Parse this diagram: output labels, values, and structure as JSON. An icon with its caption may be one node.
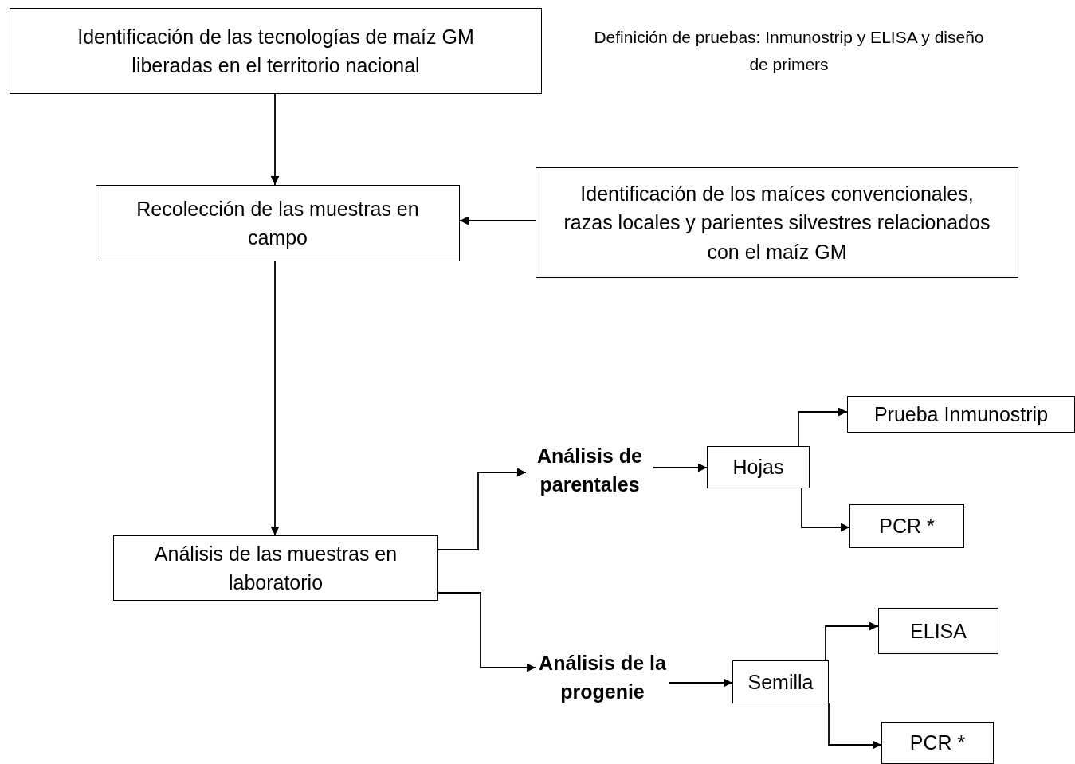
{
  "diagram": {
    "nodes": [
      {
        "text": [
          "Identificación de las tecnologías de maíz GM liberadas en el territorio nacional"
        ]
      },
      {
        "text": [
          "Recolección de las muestras en campo"
        ]
      },
      {
        "text": [
          "Identificación de los maíces convencionales, razas locales y parientes silvestres relacionados con el maíz GM"
        ]
      },
      {
        "text": [
          "Análisis de las muestras en laboratorio"
        ]
      },
      {
        "text": [
          "Análisis de parentales"
        ]
      },
      {
        "text": [
          "Hojas"
        ]
      },
      {
        "text": [
          "Prueba Inmunostrip"
        ]
      },
      {
        "text": [
          "PCR *"
        ]
      },
      {
        "text": [
          "Análisis de la progenie"
        ]
      },
      {
        "text": [
          "Semilla"
        ]
      },
      {
        "text": [
          "ELISA"
        ]
      },
      {
        "text": [
          "PCR *"
        ]
      }
    ],
    "edges": [
      {
        "from": 0,
        "to": 1,
        "arrow": "to"
      },
      {
        "from": 2,
        "to": 1,
        "arrow": "to"
      },
      {
        "from": 1,
        "to": 3,
        "arrow": "to"
      },
      {
        "from": 3,
        "to": 4,
        "arrow": "to"
      },
      {
        "from": 4,
        "to": 5,
        "arrow": "to"
      },
      {
        "from": 5,
        "to": 6,
        "arrow": "to"
      },
      {
        "from": 5,
        "to": 7,
        "arrow": "to"
      },
      {
        "from": 3,
        "to": 8,
        "arrow": "to"
      },
      {
        "from": 8,
        "to": 9,
        "arrow": "to"
      },
      {
        "from": 9,
        "to": 10,
        "arrow": "to"
      },
      {
        "from": 9,
        "to": 11,
        "arrow": "to"
      }
    ],
    "labels": [
      "Definición de pruebas: Inmunostrip y ELISA y diseño de primers"
    ]
  }
}
